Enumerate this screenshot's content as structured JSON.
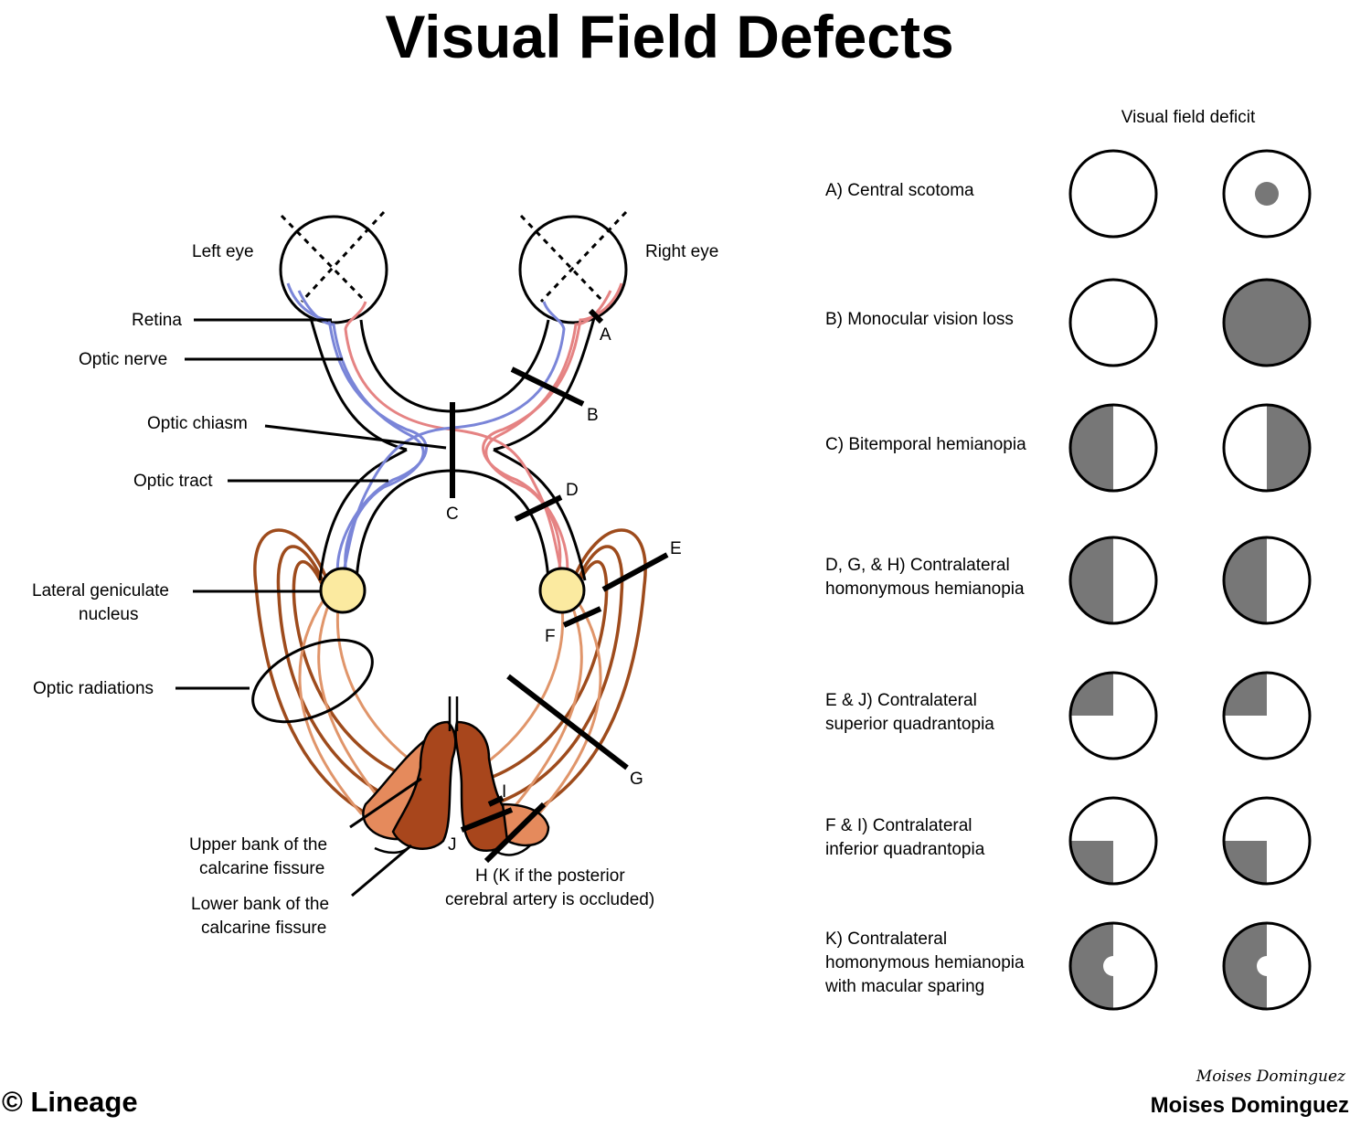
{
  "title": "Visual Field Defects",
  "anatomy": {
    "left_eye": "Left eye",
    "right_eye": "Right eye",
    "retina": "Retina",
    "optic_nerve": "Optic nerve",
    "optic_chiasm": "Optic chiasm",
    "optic_tract": "Optic tract",
    "lgn_line1": "Lateral geniculate",
    "lgn_line2": "nucleus",
    "optic_radiations": "Optic radiations",
    "upper_bank_line1": "Upper bank of the",
    "upper_bank_line2": "calcarine fissure",
    "lower_bank_line1": "Lower bank of the",
    "lower_bank_line2": "calcarine fissure",
    "h_note_line1": "H (K if the posterior",
    "h_note_line2": "cerebral artery is occluded)"
  },
  "lesion_letters": {
    "A": "A",
    "B": "B",
    "C": "C",
    "D": "D",
    "E": "E",
    "F": "F",
    "G": "G",
    "I": "I",
    "J": "J"
  },
  "deficits": {
    "header": "Visual field deficit",
    "rows": [
      {
        "label_line1": "A) Central scotoma",
        "label_line2": "",
        "label_line3": "",
        "left": "normal",
        "right": "central-spot"
      },
      {
        "label_line1": "B) Monocular vision loss",
        "label_line2": "",
        "label_line3": "",
        "left": "normal",
        "right": "full"
      },
      {
        "label_line1": "C) Bitemporal hemianopia",
        "label_line2": "",
        "label_line3": "",
        "left": "left-half",
        "right": "right-half"
      },
      {
        "label_line1": "D, G, & H) Contralateral",
        "label_line2": "homonymous hemianopia",
        "label_line3": "",
        "left": "left-half",
        "right": "left-half"
      },
      {
        "label_line1": "E & J) Contralateral",
        "label_line2": "superior quadrantopia",
        "label_line3": "",
        "left": "upper-left-quadrant",
        "right": "upper-left-quadrant"
      },
      {
        "label_line1": "F & I) Contralateral",
        "label_line2": "inferior quadrantopia",
        "label_line3": "",
        "left": "lower-left-quadrant",
        "right": "lower-left-quadrant"
      },
      {
        "label_line1": "K) Contralateral",
        "label_line2": "homonymous hemianopia",
        "label_line3": "with macular sparing",
        "left": "left-half-macular-sparing",
        "right": "left-half-macular-sparing"
      }
    ]
  },
  "colors": {
    "left_fiber": "#7a85d8",
    "right_fiber": "#e58383",
    "lgn": "#fbeaa0",
    "radiation_dark": "#9e4b1c",
    "radiation_light": "#e0956a",
    "cortex_dark": "#a8461c",
    "cortex_light": "#e58a5c",
    "deficit_fill": "#777777"
  },
  "footer": {
    "copyright": "© Lineage",
    "signature": "Moises Dominguez",
    "author": "Moises Dominguez"
  }
}
